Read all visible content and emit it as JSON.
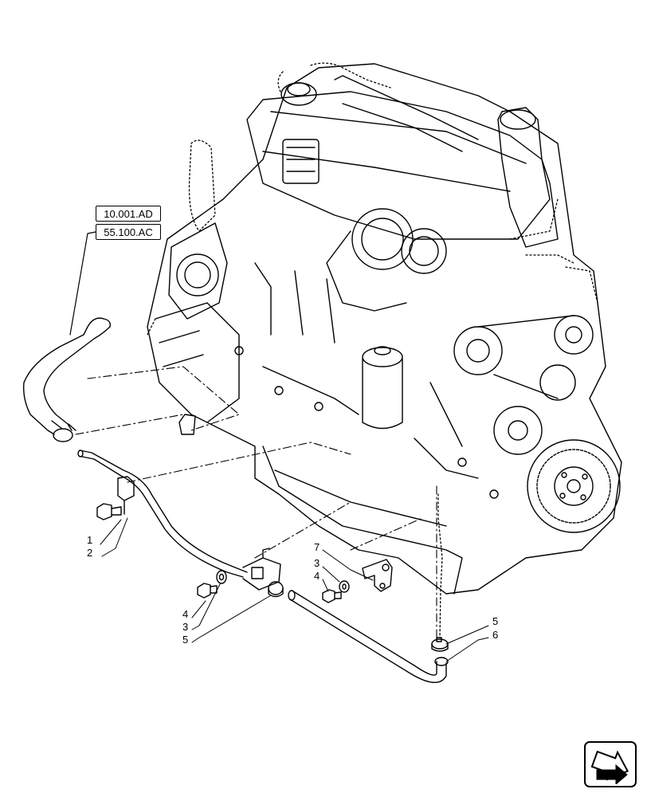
{
  "references": [
    {
      "label": "10.001.AD"
    },
    {
      "label": "55.100.AC"
    }
  ],
  "callouts": {
    "c1": "1",
    "c2": "2",
    "c4a": "4",
    "c3a": "3",
    "c5a": "5",
    "c7": "7",
    "c3b": "3",
    "c4b": "4",
    "c5b": "5",
    "c6": "6"
  },
  "navigation": {
    "icon": "next-page-arrow-icon"
  },
  "colors": {
    "line": "#000000",
    "background": "#ffffff"
  }
}
